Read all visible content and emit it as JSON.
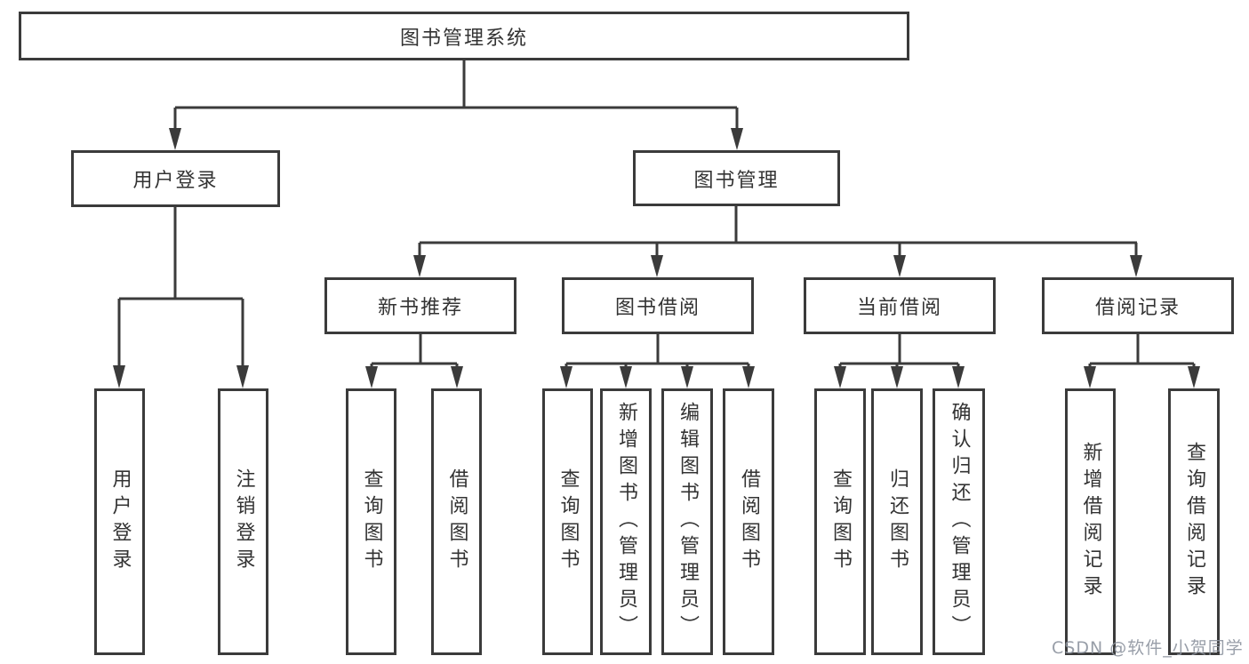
{
  "colors": {
    "line": "#3b3b3b",
    "text": "#333333",
    "box_background": "#ffffff",
    "watermark": "#8d939f"
  },
  "watermark": {
    "text": "CSDN @软件_小贺同学"
  },
  "tree": {
    "root": "图书管理系统",
    "branches": [
      {
        "label": "用户登录",
        "children": [
          "用户登录",
          "注销登录"
        ]
      },
      {
        "label": "图书管理",
        "sections": [
          {
            "label": "新书推荐",
            "children": [
              "查询图书",
              "借阅图书"
            ]
          },
          {
            "label": "图书借阅",
            "children": [
              "查询图书",
              "新增图书（管理员）",
              "编辑图书（管理员）",
              "借阅图书"
            ]
          },
          {
            "label": "当前借阅",
            "children": [
              "查询图书",
              "归还图书",
              "确认归还（管理员）"
            ]
          },
          {
            "label": "借阅记录",
            "children": [
              "新增借阅记录",
              "查询借阅记录"
            ]
          }
        ]
      }
    ]
  }
}
